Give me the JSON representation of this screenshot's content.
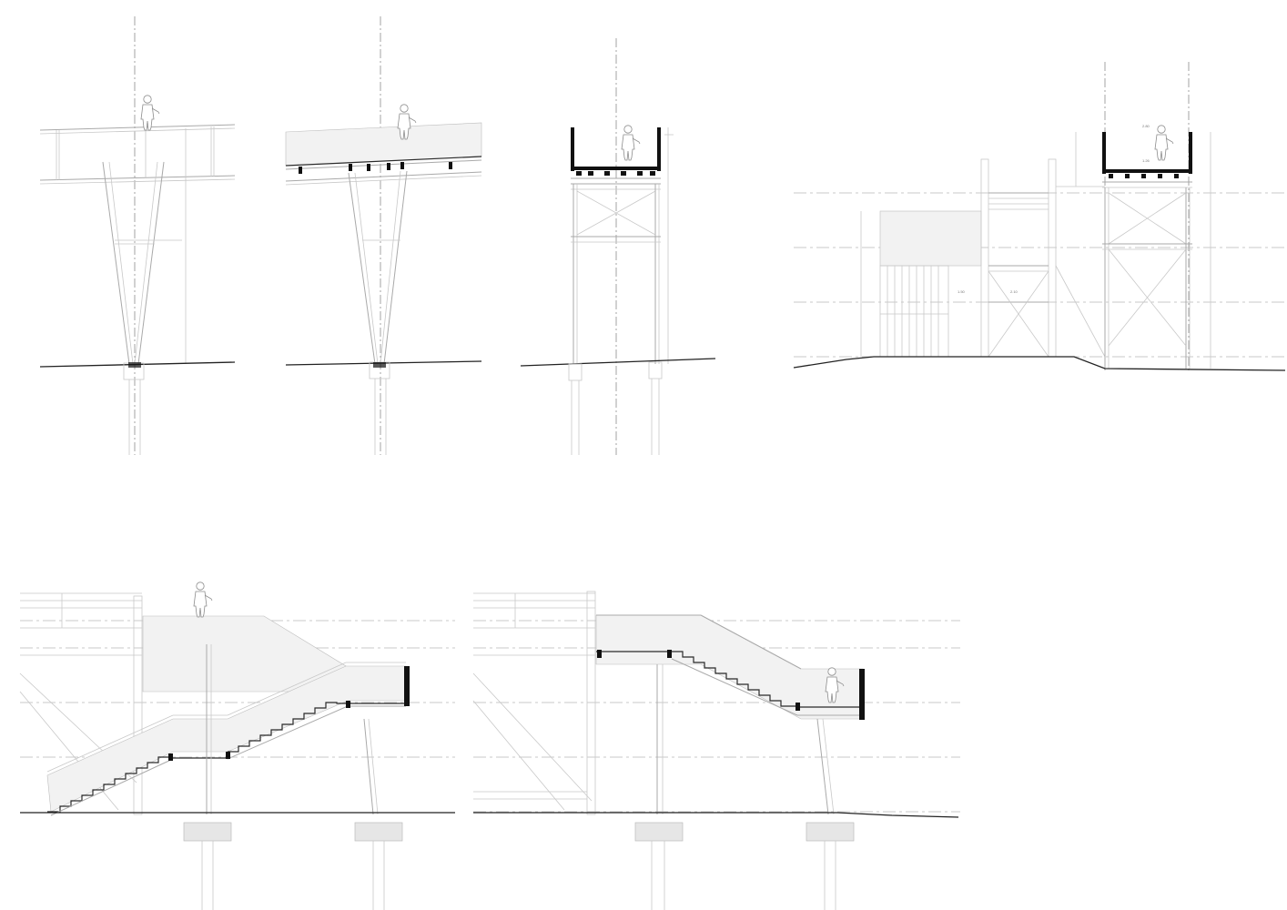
{
  "drawings": [
    {
      "id": "section-v-support-railing",
      "panel": "top-1"
    },
    {
      "id": "section-v-support-bridge",
      "panel": "top-2"
    },
    {
      "id": "section-tower-cross-braced",
      "panel": "top-3"
    },
    {
      "id": "elevation-tower-with-building",
      "panel": "top-4"
    },
    {
      "id": "section-staircase-ascending",
      "panel": "bottom-1"
    },
    {
      "id": "section-staircase-descending",
      "panel": "bottom-2"
    }
  ],
  "dimension_labels": {
    "elevation_a": "1.50",
    "elevation_b": "2.10",
    "elevation_c": "1.26",
    "elevation_d": "2.80"
  },
  "colors": {
    "line_light": "#c8c8c8",
    "line_dark": "#2a2a2a",
    "fill_heavy": "#111111",
    "background": "#ffffff"
  }
}
